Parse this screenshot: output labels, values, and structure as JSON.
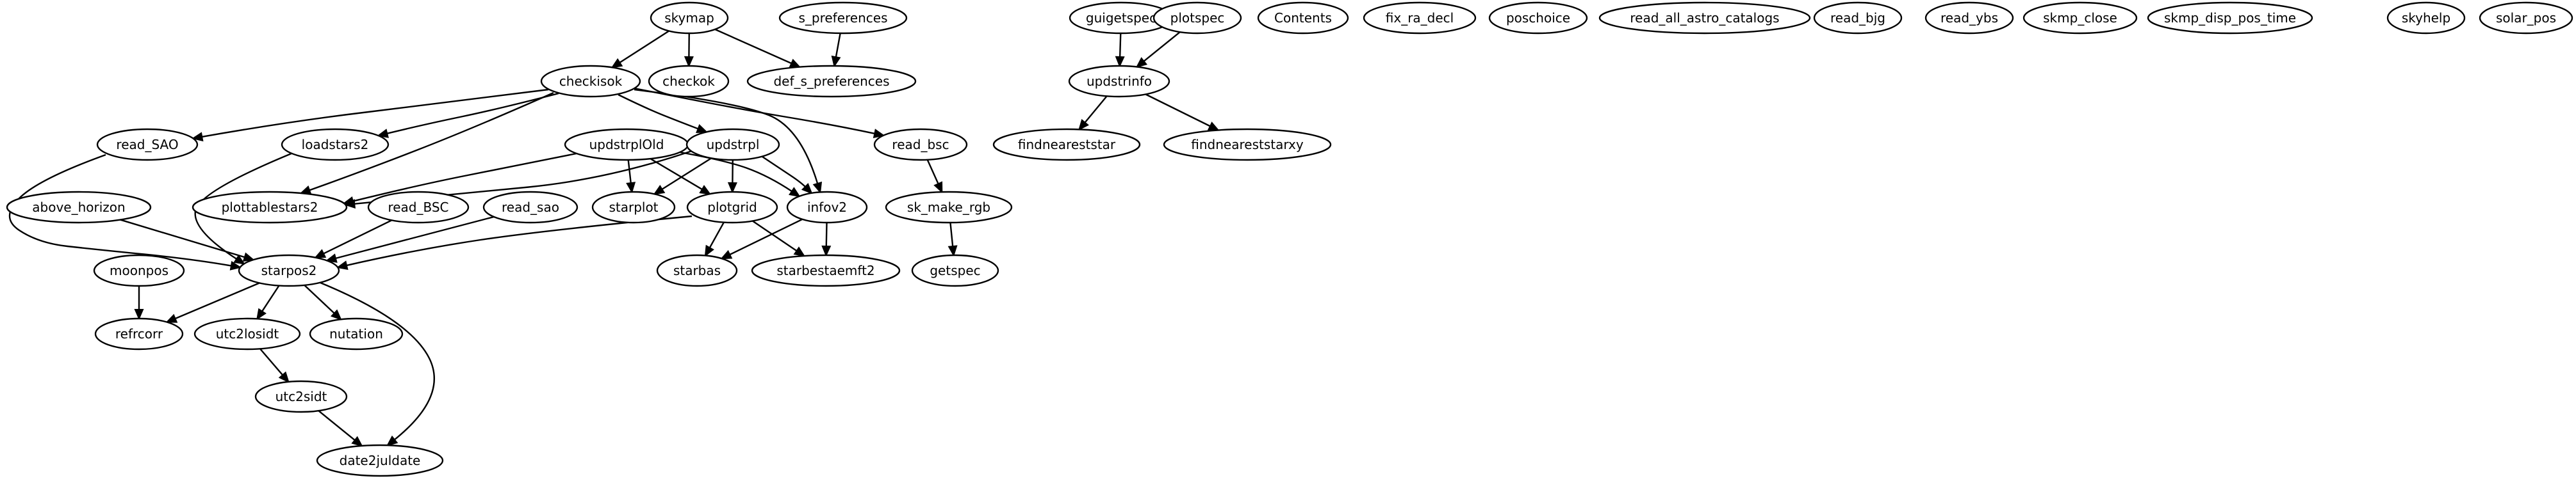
{
  "nodes": [
    {
      "id": "skymap",
      "label": "skymap"
    },
    {
      "id": "s_preferences",
      "label": "s_preferences"
    },
    {
      "id": "guigetspec",
      "label": "guigetspec"
    },
    {
      "id": "plotspec",
      "label": "plotspec"
    },
    {
      "id": "Contents",
      "label": "Contents"
    },
    {
      "id": "fix_ra_decl",
      "label": "fix_ra_decl"
    },
    {
      "id": "poschoice",
      "label": "poschoice"
    },
    {
      "id": "read_all_astro_catalogs",
      "label": "read_all_astro_catalogs"
    },
    {
      "id": "read_bjg",
      "label": "read_bjg"
    },
    {
      "id": "read_ybs",
      "label": "read_ybs"
    },
    {
      "id": "skmp_close",
      "label": "skmp_close"
    },
    {
      "id": "skmp_disp_pos_time",
      "label": "skmp_disp_pos_time"
    },
    {
      "id": "skyhelp",
      "label": "skyhelp"
    },
    {
      "id": "solar_pos",
      "label": "solar_pos"
    },
    {
      "id": "checkisok",
      "label": "checkisok"
    },
    {
      "id": "checkok",
      "label": "checkok"
    },
    {
      "id": "def_s_preferences",
      "label": "def_s_preferences"
    },
    {
      "id": "updstrinfo",
      "label": "updstrinfo"
    },
    {
      "id": "read_SAO",
      "label": "read_SAO"
    },
    {
      "id": "loadstars2",
      "label": "loadstars2"
    },
    {
      "id": "updstrplOld",
      "label": "updstrplOld"
    },
    {
      "id": "updstrpl",
      "label": "updstrpl"
    },
    {
      "id": "read_bsc",
      "label": "read_bsc"
    },
    {
      "id": "findneareststar",
      "label": "findneareststar"
    },
    {
      "id": "findneareststarxy",
      "label": "findneareststarxy"
    },
    {
      "id": "above_horizon",
      "label": "above_horizon"
    },
    {
      "id": "plottablestars2",
      "label": "plottablestars2"
    },
    {
      "id": "read_BSC",
      "label": "read_BSC"
    },
    {
      "id": "read_sao",
      "label": "read_sao"
    },
    {
      "id": "starplot",
      "label": "starplot"
    },
    {
      "id": "plotgrid",
      "label": "plotgrid"
    },
    {
      "id": "infov2",
      "label": "infov2"
    },
    {
      "id": "sk_make_rgb",
      "label": "sk_make_rgb"
    },
    {
      "id": "moonpos",
      "label": "moonpos"
    },
    {
      "id": "starpos2",
      "label": "starpos2"
    },
    {
      "id": "starbas",
      "label": "starbas"
    },
    {
      "id": "starbestaemft2",
      "label": "starbestaemft2"
    },
    {
      "id": "getspec",
      "label": "getspec"
    },
    {
      "id": "refrcorr",
      "label": "refrcorr"
    },
    {
      "id": "utc2losidt",
      "label": "utc2losidt"
    },
    {
      "id": "nutation",
      "label": "nutation"
    },
    {
      "id": "utc2sidt",
      "label": "utc2sidt"
    },
    {
      "id": "date2juldate",
      "label": "date2juldate"
    }
  ],
  "edges": [
    {
      "from": "skymap",
      "to": "checkisok"
    },
    {
      "from": "skymap",
      "to": "checkok"
    },
    {
      "from": "skymap",
      "to": "def_s_preferences"
    },
    {
      "from": "s_preferences",
      "to": "def_s_preferences"
    },
    {
      "from": "guigetspec",
      "to": "updstrinfo"
    },
    {
      "from": "plotspec",
      "to": "updstrinfo"
    },
    {
      "from": "updstrinfo",
      "to": "findneareststar"
    },
    {
      "from": "updstrinfo",
      "to": "findneareststarxy"
    },
    {
      "from": "checkisok",
      "to": "read_SAO"
    },
    {
      "from": "checkisok",
      "to": "loadstars2"
    },
    {
      "from": "checkisok",
      "to": "plottablestars2"
    },
    {
      "from": "checkisok",
      "to": "updstrpl"
    },
    {
      "from": "checkisok",
      "to": "infov2"
    },
    {
      "from": "checkisok",
      "to": "read_bsc"
    },
    {
      "from": "read_SAO",
      "to": "starpos2"
    },
    {
      "from": "loadstars2",
      "to": "starpos2"
    },
    {
      "from": "updstrplOld",
      "to": "plottablestars2"
    },
    {
      "from": "updstrplOld",
      "to": "starplot"
    },
    {
      "from": "updstrplOld",
      "to": "plotgrid"
    },
    {
      "from": "updstrplOld",
      "to": "infov2"
    },
    {
      "from": "updstrpl",
      "to": "plottablestars2"
    },
    {
      "from": "updstrpl",
      "to": "starplot"
    },
    {
      "from": "updstrpl",
      "to": "plotgrid"
    },
    {
      "from": "updstrpl",
      "to": "infov2"
    },
    {
      "from": "read_bsc",
      "to": "sk_make_rgb"
    },
    {
      "from": "sk_make_rgb",
      "to": "getspec"
    },
    {
      "from": "above_horizon",
      "to": "starpos2"
    },
    {
      "from": "read_BSC",
      "to": "starpos2"
    },
    {
      "from": "read_sao",
      "to": "starpos2"
    },
    {
      "from": "plotgrid",
      "to": "starpos2"
    },
    {
      "from": "plotgrid",
      "to": "starbas"
    },
    {
      "from": "plotgrid",
      "to": "starbestaemft2"
    },
    {
      "from": "infov2",
      "to": "starbas"
    },
    {
      "from": "infov2",
      "to": "starbestaemft2"
    },
    {
      "from": "moonpos",
      "to": "refrcorr"
    },
    {
      "from": "starpos2",
      "to": "refrcorr"
    },
    {
      "from": "starpos2",
      "to": "utc2losidt"
    },
    {
      "from": "starpos2",
      "to": "nutation"
    },
    {
      "from": "starpos2",
      "to": "date2juldate"
    },
    {
      "from": "utc2losidt",
      "to": "utc2sidt"
    },
    {
      "from": "utc2sidt",
      "to": "date2juldate"
    }
  ]
}
